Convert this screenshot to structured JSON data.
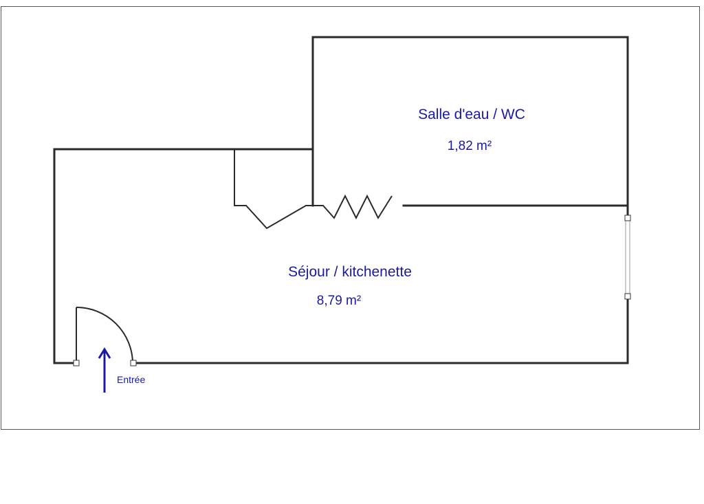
{
  "rooms": [
    {
      "name": "Salle d'eau / WC",
      "area": "1,82 m²"
    },
    {
      "name": "Séjour / kitchenette",
      "area": "8,79 m²"
    }
  ],
  "entrance": {
    "label": "Entrée"
  },
  "colors": {
    "label": "#1a1a9e",
    "wall": "#2a2a2a",
    "arrow": "#1a1a9e"
  }
}
